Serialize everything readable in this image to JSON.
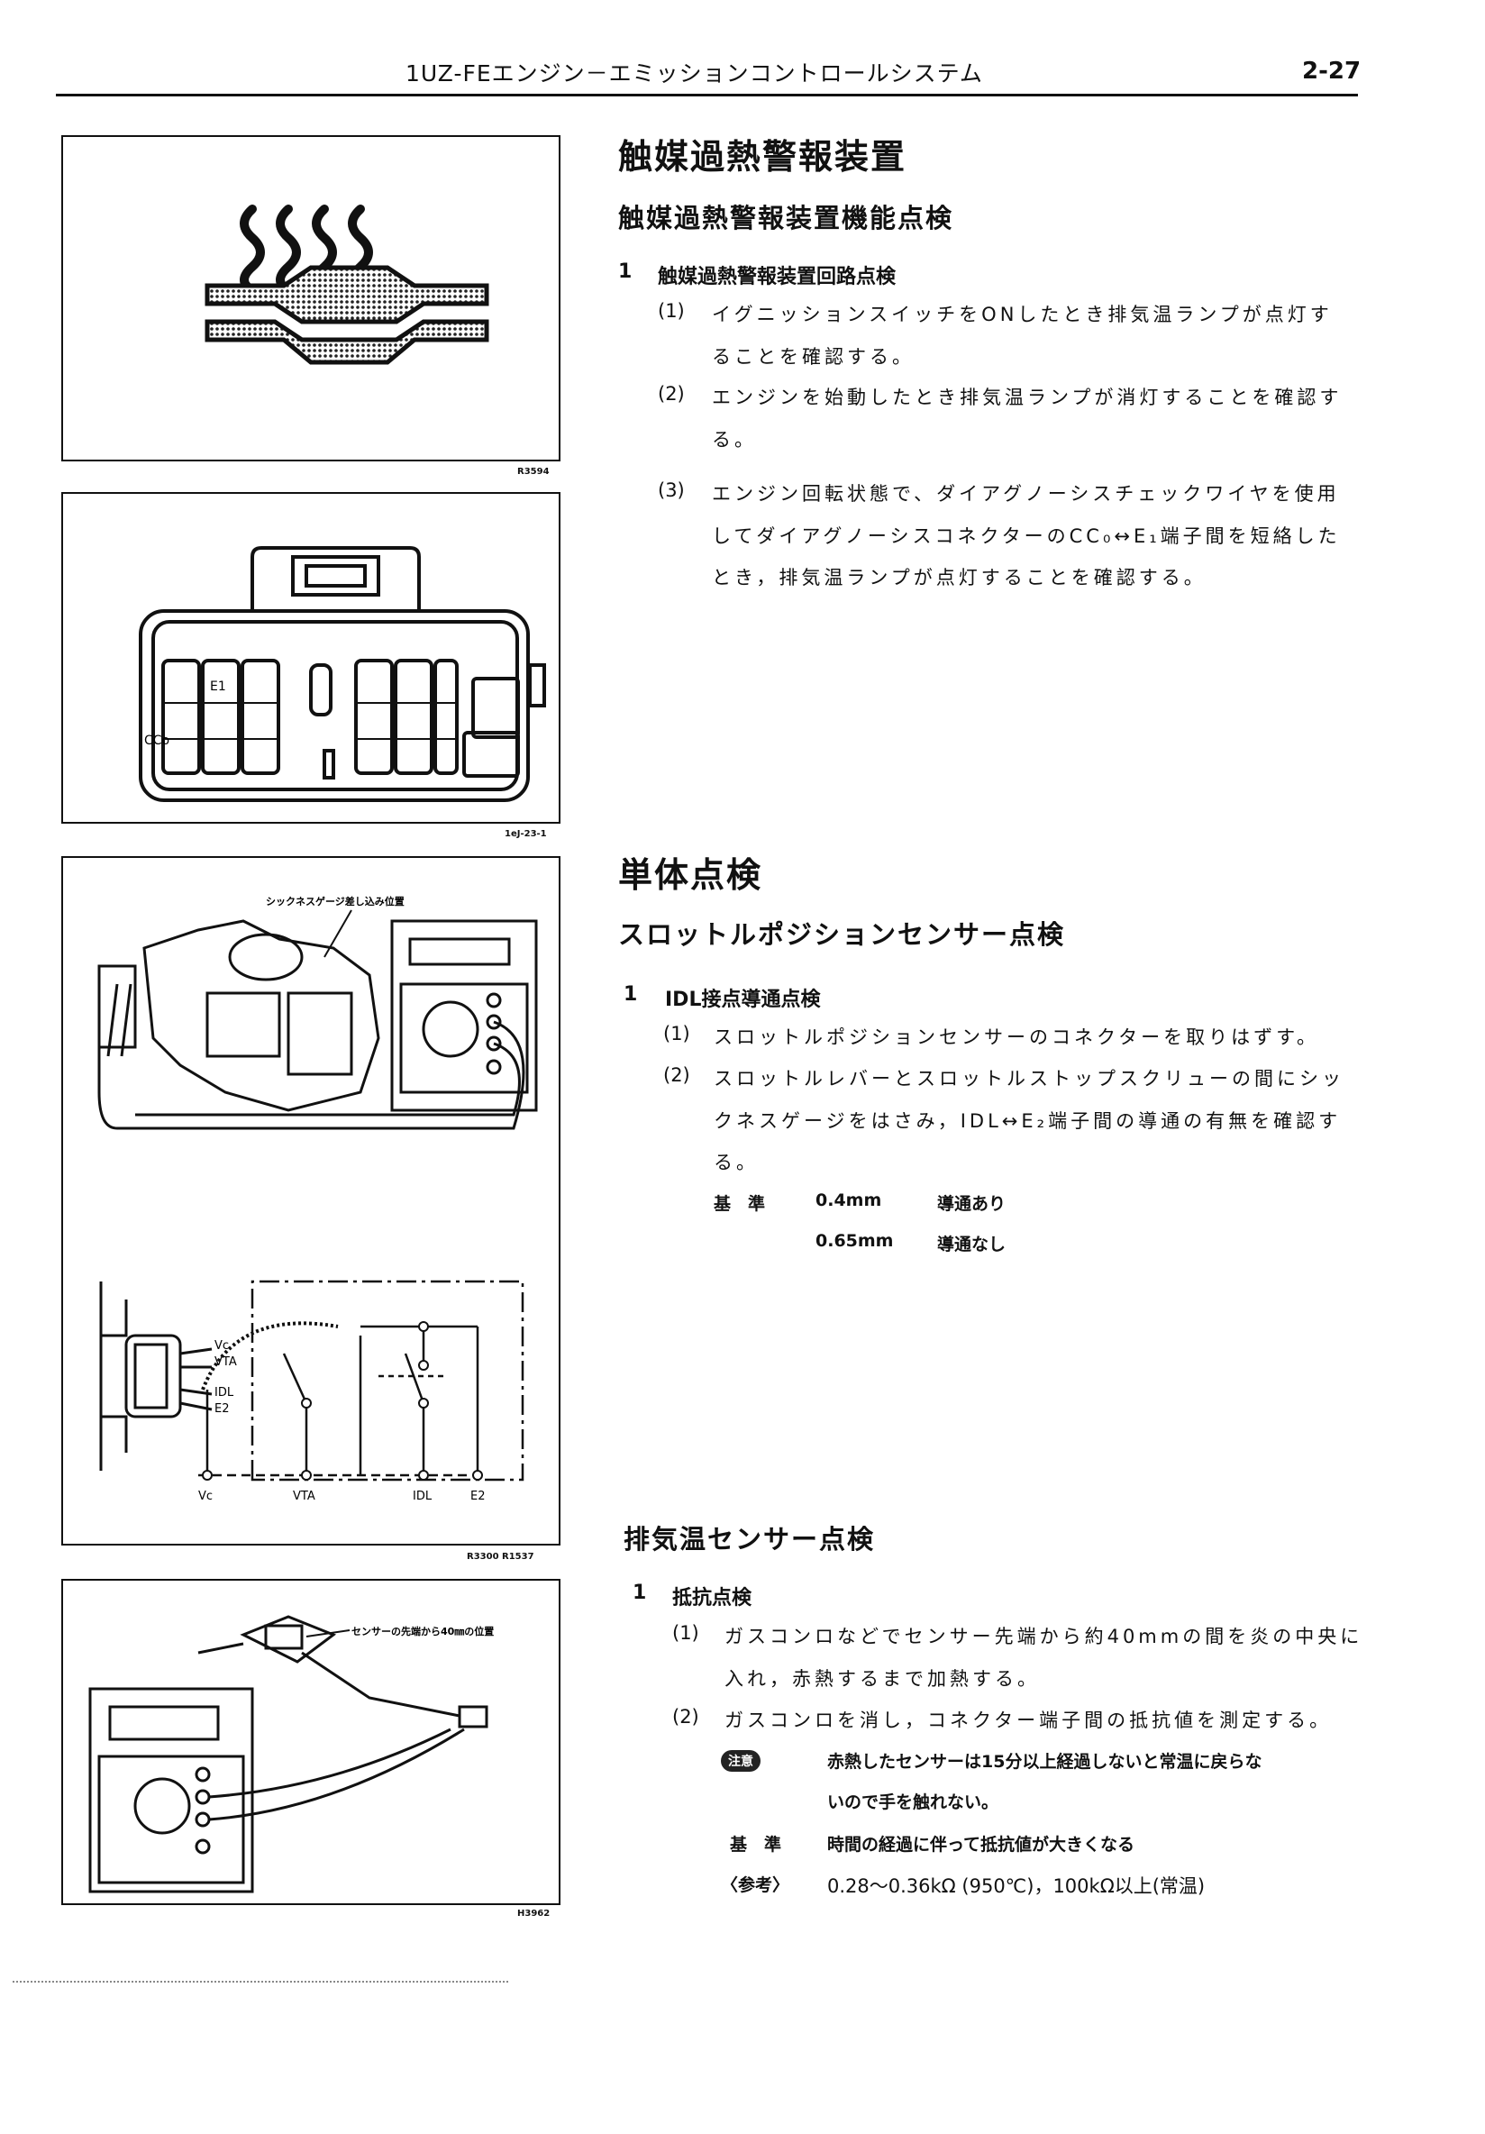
{
  "header": {
    "title": "1UZ-FEエンジン－エミッションコントロールシステム",
    "page": "2-27"
  },
  "figures": {
    "fig1": {
      "code": "R3594"
    },
    "fig2": {
      "code": "1eJ-23-1",
      "labels": {
        "e1": "E1",
        "cco": "CCo"
      }
    },
    "fig3": {
      "code": "R3300  R1537",
      "callout": "シックネスゲージ差し込み位置",
      "pin_labels": [
        "Vc",
        "VTA",
        "IDL",
        "E2"
      ],
      "terminal_labels": [
        "Vc",
        "VTA",
        "IDL",
        "E2"
      ]
    },
    "fig4": {
      "code": "H3962",
      "callout": "センサーの先端から40㎜の位置"
    }
  },
  "section1": {
    "title": "触媒過熱警報装置",
    "subtitle": "触媒過熱警報装置機能点検",
    "step1": {
      "num": "1",
      "text": "触媒過熱警報装置回路点検"
    },
    "items": [
      {
        "num": "(1)",
        "lines": [
          "イグニッションスイッチをONしたとき排気温ランプが点灯す",
          "ることを確認する。"
        ]
      },
      {
        "num": "(2)",
        "lines": [
          "エンジンを始動したとき排気温ランプが消灯することを確認す",
          "る。"
        ]
      },
      {
        "num": "(3)",
        "lines": [
          "エンジン回転状態で、ダイアグノーシスチェックワイヤを使用",
          "してダイアグノーシスコネクターのCC₀↔E₁端子間を短絡した",
          "とき，排気温ランプが点灯することを確認する。"
        ]
      }
    ]
  },
  "section2": {
    "title": "単体点検",
    "subtitle": "スロットルポジションセンサー点検",
    "step1": {
      "num": "1",
      "text": "IDL接点導通点検"
    },
    "items": [
      {
        "num": "(1)",
        "lines": [
          "スロットルポジションセンサーのコネクターを取りはずす。"
        ]
      },
      {
        "num": "(2)",
        "lines": [
          "スロットルレバーとスロットルストップスクリューの間にシッ",
          "クネスゲージをはさみ，IDL↔E₂端子間の導通の有無を確認す",
          "る。"
        ]
      }
    ],
    "standard_label": "基　準",
    "standards": [
      {
        "value": "0.4mm",
        "result": "導通あり"
      },
      {
        "value": "0.65mm",
        "result": "導通なし"
      }
    ]
  },
  "section3": {
    "subtitle": "排気温センサー点検",
    "step1": {
      "num": "1",
      "text": "抵抗点検"
    },
    "items": [
      {
        "num": "(1)",
        "lines": [
          "ガスコンロなどでセンサー先端から約40mmの間を炎の中央に",
          "入れ，赤熱するまで加熱する。"
        ]
      },
      {
        "num": "(2)",
        "lines": [
          "ガスコンロを消し，コネクター端子間の抵抗値を測定する。"
        ]
      }
    ],
    "caution_badge": "注意",
    "caution_lines": [
      "赤熱したセンサーは15分以上経過しないと常温に戻らな",
      "いので手を触れない。"
    ],
    "standard_label": "基　準",
    "standard_text": "時間の経過に伴って抵抗値が大きくなる",
    "reference_label": "〈参考〉",
    "reference_text": "0.28～0.36kΩ (950℃)，100kΩ以上(常温)"
  }
}
